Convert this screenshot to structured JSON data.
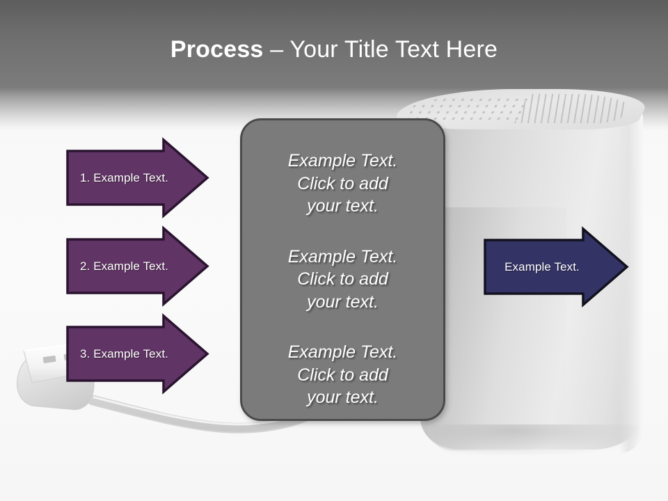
{
  "slide": {
    "title_bold": "Process",
    "title_rest": " – Your Title Text Here"
  },
  "colors": {
    "header_band": "#6e6e6e",
    "purple_fill": "#603464",
    "purple_stroke": "#2a1430",
    "blue_fill": "#333366",
    "blue_stroke": "#12121f",
    "center_box_fill": "#7b7b7b",
    "center_box_stroke": "#4a4a4a",
    "background": "#f7f7f7"
  },
  "left_arrows": [
    {
      "label": "1. Example Text."
    },
    {
      "label": "2. Example Text."
    },
    {
      "label": "3. Example Text."
    }
  ],
  "center_box": {
    "paragraphs": [
      "Example Text.\nClick  to add\nyour text.",
      "Example Text.\nClick  to add\nyour text.",
      "Example Text.\nClick  to add\nyour text."
    ]
  },
  "right_arrow": {
    "label": "Example Text."
  },
  "decorations": {
    "computer_tower": "computer-tower-image",
    "usb_cable": "usb-cable-image",
    "vent_grille": "vent-grille"
  }
}
